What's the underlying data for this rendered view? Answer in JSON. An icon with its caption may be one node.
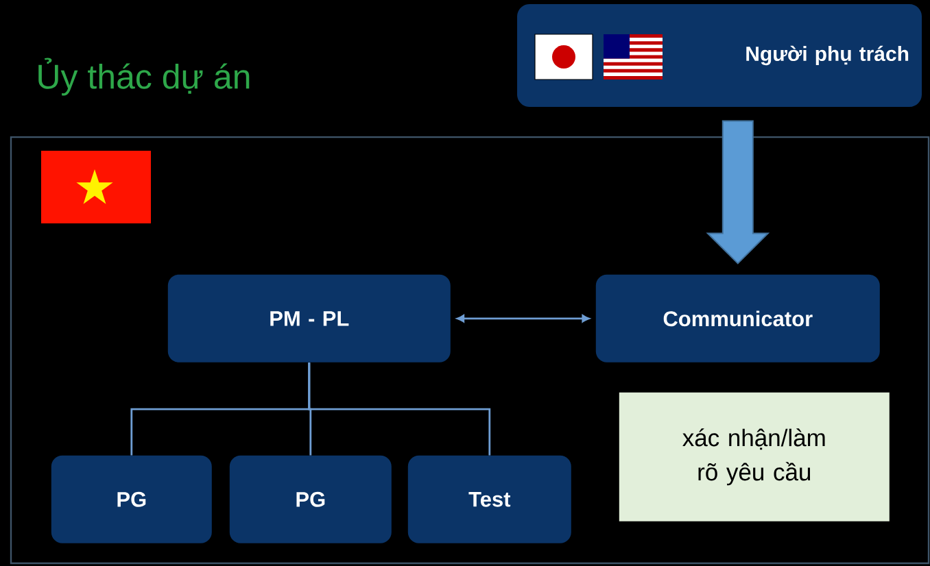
{
  "diagram": {
    "title": "Ủy thác dự án",
    "nodes": [
      {
        "text": [
          "Người phụ trách"
        ]
      },
      {
        "text": [],
        "shape": "box"
      },
      {
        "text": [
          "PM - PL"
        ],
        "in": 1
      },
      {
        "text": [
          "Communicator"
        ],
        "in": 1
      },
      {
        "text": [
          "PG"
        ],
        "in": 1
      },
      {
        "text": [
          "PG"
        ],
        "in": 1
      },
      {
        "text": [
          "Test"
        ],
        "in": 1
      },
      {
        "text": [
          "xác nhận/làm rõ yêu cầu"
        ],
        "in": 1
      }
    ],
    "edges": [
      {
        "from": 0,
        "to": 3,
        "arrow": "to",
        "style": "thick"
      },
      {
        "from": 2,
        "to": 3,
        "arrow": "both"
      },
      {
        "from": 2,
        "to": 4,
        "arrow": "none"
      },
      {
        "from": 2,
        "to": 5,
        "arrow": "none"
      },
      {
        "from": 2,
        "to": 6,
        "arrow": "none"
      }
    ]
  }
}
